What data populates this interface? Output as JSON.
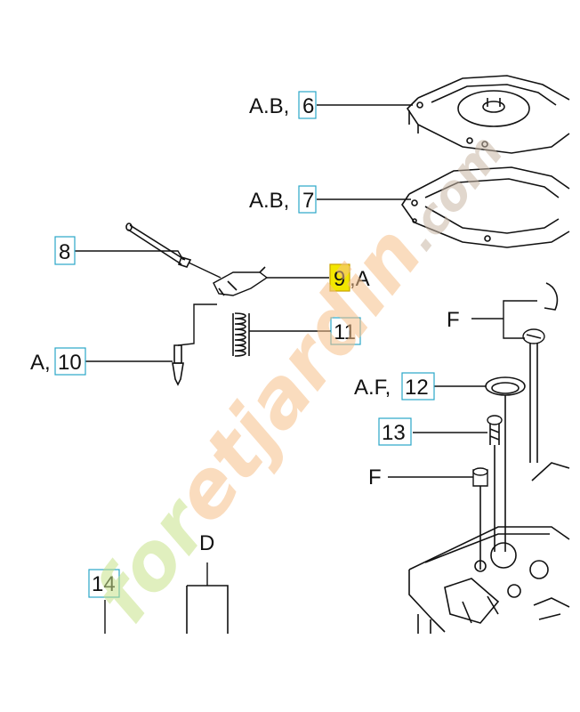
{
  "labels": {
    "ab6_prefix": "A.B,",
    "ab6_num": "6",
    "ab7_prefix": "A.B,",
    "ab7_num": "7",
    "p8": "8",
    "p9": "9",
    "p9_suffix": ",A",
    "p11": "11",
    "a10_prefix": "A,",
    "a10_num": "10",
    "f_top": "F",
    "af12_prefix": "A.F,",
    "af12_num": "12",
    "p13": "13",
    "f_mid": "F",
    "d": "D",
    "p14": "14"
  },
  "watermark": {
    "part1": "for",
    "part2": "etjardin",
    "part3": ".com",
    "color_main": "#c7e38a",
    "color_accent": "#f6c08a",
    "color_dot": "#c9b8a6"
  },
  "colors": {
    "label_box": "#2aa6c8",
    "highlight": "#f2e600",
    "line": "#111111"
  }
}
